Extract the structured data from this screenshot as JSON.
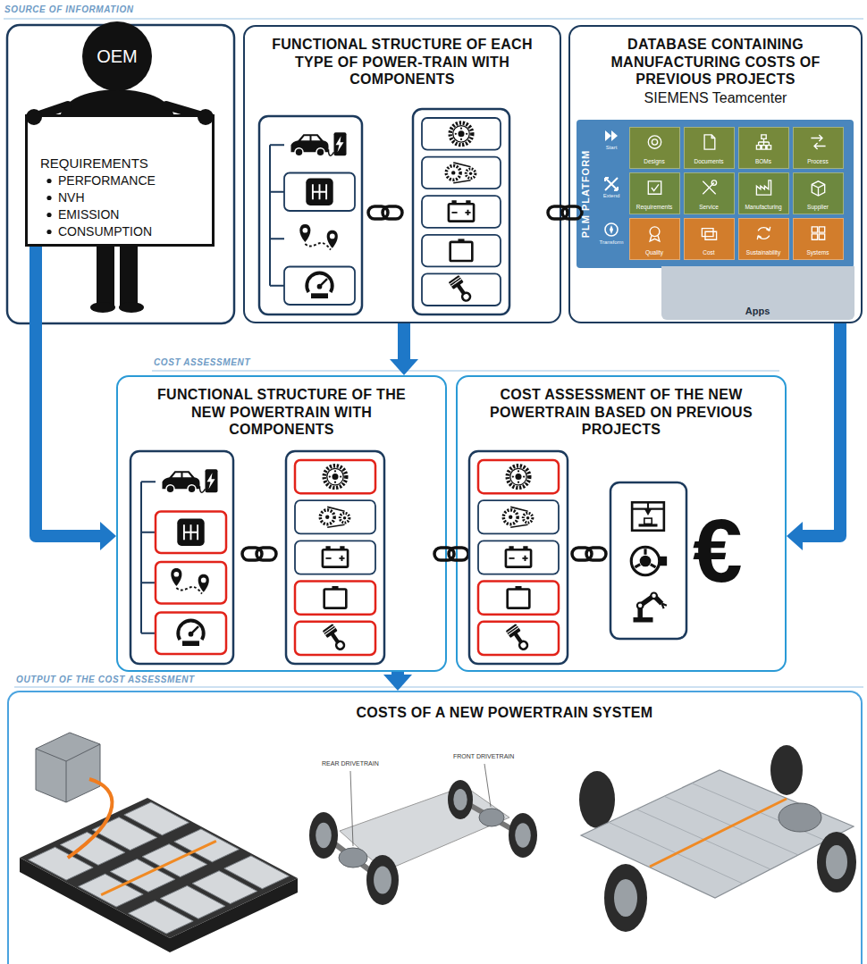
{
  "diagram": {
    "nodes": [
      {
        "text": [
          "OEM"
        ]
      },
      {
        "text": [
          "REQUIREMENTS",
          "PERFORMANCE",
          "NVH",
          "EMISSION",
          "CONSUMPTION"
        ]
      },
      {
        "text": [
          "FUNCTIONAL STRUCTURE OF EACH TYPE OF POWER-TRAIN WITH COMPONENTS"
        ]
      },
      {
        "text": [
          "DATABASE CONTAINING MANUFACTURING COSTS OF PREVIOUS PROJECTS",
          "SIEMENS Teamcenter"
        ]
      },
      {
        "text": [
          "PLM PLATFORM"
        ],
        "in": 3
      },
      {
        "text": [
          "Designs"
        ],
        "in": 4
      },
      {
        "text": [
          "Documents"
        ],
        "in": 4
      },
      {
        "text": [
          "BOMs"
        ],
        "in": 4
      },
      {
        "text": [
          "Process"
        ],
        "in": 4
      },
      {
        "text": [
          "Requirements"
        ],
        "in": 4
      },
      {
        "text": [
          "Service"
        ],
        "in": 4
      },
      {
        "text": [
          "Manufacturing"
        ],
        "in": 4
      },
      {
        "text": [
          "Supplier"
        ],
        "in": 4
      },
      {
        "text": [
          "Quality"
        ],
        "in": 4
      },
      {
        "text": [
          "Cost"
        ],
        "in": 4
      },
      {
        "text": [
          "Sustainability"
        ],
        "in": 4
      },
      {
        "text": [
          "Systems"
        ],
        "in": 4
      },
      {
        "text": [
          "Apps"
        ],
        "in": 3
      },
      {
        "text": [
          "FUNCTIONAL STRUCTURE OF THE NEW POWERTRAIN WITH COMPONENTS"
        ]
      },
      {
        "text": [
          "COST ASSESSMENT OF THE NEW POWERTRAIN BASED ON PREVIOUS PROJECTS"
        ]
      },
      {
        "text": [
          "COSTS OF A NEW POWERTRAIN SYSTEM"
        ]
      }
    ],
    "edges": [
      {
        "from": 1,
        "to": 18,
        "arrow": "to"
      },
      {
        "from": 2,
        "to": 18,
        "arrow": "to"
      },
      {
        "from": 3,
        "to": 19,
        "arrow": "to"
      },
      {
        "from": 18,
        "to": 20,
        "arrow": "to"
      }
    ],
    "labels": [
      "SOURCE OF INFORMATION",
      "Start",
      "Extend",
      "Transform",
      "COST ASSESSMENT",
      "€",
      "OUTPUT OF THE COST ASSESSMENT",
      "REAR DRIVETRAIN",
      "FRONT DRIVETRAIN"
    ]
  }
}
